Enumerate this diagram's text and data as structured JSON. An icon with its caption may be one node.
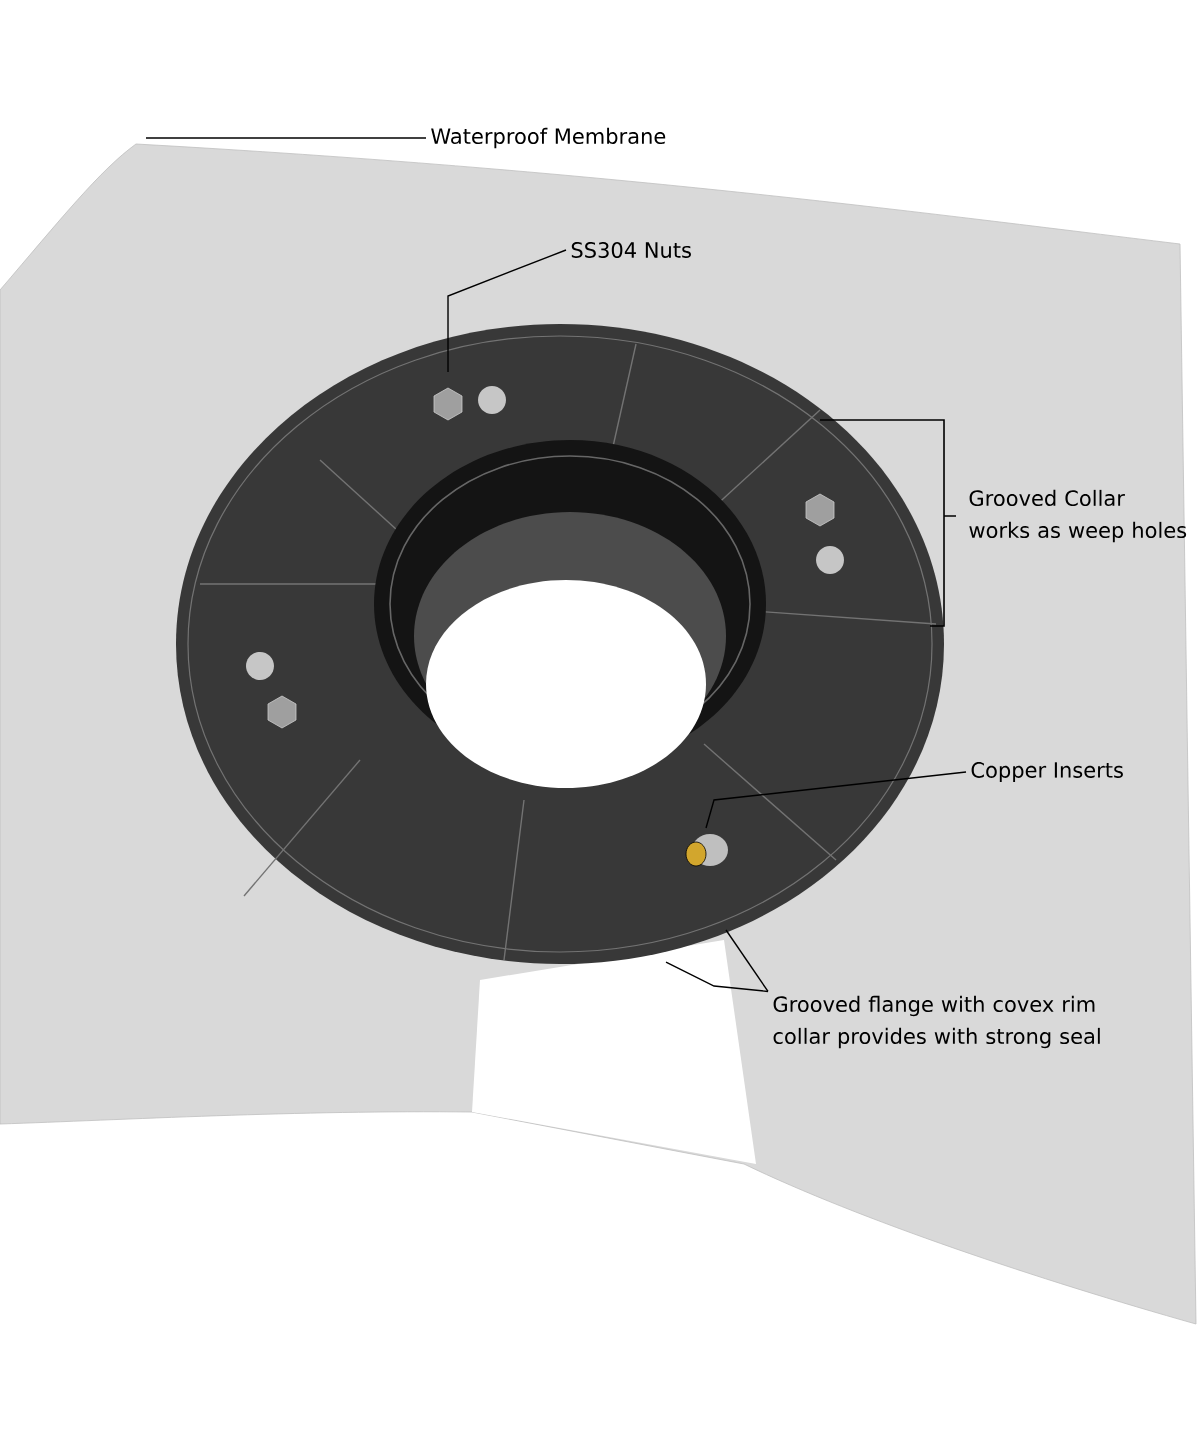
{
  "diagram": {
    "nodes": [
      {
        "text": [
          "Waterproof Membrane"
        ]
      },
      {
        "text": [
          "SS304 Nuts"
        ]
      },
      {
        "text": [
          "Grooved Collar works as weep holes"
        ]
      },
      {
        "text": [
          "Copper Inserts"
        ]
      },
      {
        "text": [
          "Grooved flange with covex rim collar provides with strong seal"
        ]
      }
    ],
    "edges": [
      {
        "from": 0,
        "to": null,
        "arrow": "none"
      },
      {
        "from": 1,
        "to": null,
        "arrow": "none"
      },
      {
        "from": 3,
        "to": null,
        "arrow": "none"
      },
      {
        "from": 4,
        "to": null,
        "arrow": "none"
      },
      {
        "from": 4,
        "to": null,
        "arrow": "none"
      }
    ]
  }
}
